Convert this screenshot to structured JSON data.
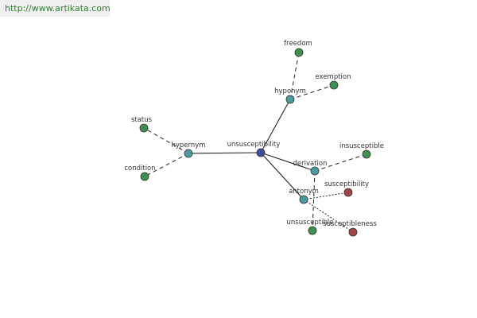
{
  "banner": {
    "url": "http://www.artikata.com"
  },
  "graph": {
    "colors": {
      "center": "#3f4d9a",
      "relation": "#4a9aa0",
      "word": "#3f8f4f",
      "antonym_word": "#a34545",
      "edge": "#222222",
      "node_stroke": "#333333"
    },
    "nodes": [
      {
        "id": "unsusceptibility",
        "label": "unsusceptibility",
        "kind": "center"
      },
      {
        "id": "hypernym",
        "label": "hypernym",
        "kind": "relation"
      },
      {
        "id": "hyponym",
        "label": "hyponym",
        "kind": "relation"
      },
      {
        "id": "derivation",
        "label": "derivation",
        "kind": "relation"
      },
      {
        "id": "antonym",
        "label": "antonym",
        "kind": "relation"
      },
      {
        "id": "status",
        "label": "status",
        "kind": "word"
      },
      {
        "id": "condition",
        "label": "condition",
        "kind": "word"
      },
      {
        "id": "freedom",
        "label": "freedom",
        "kind": "word"
      },
      {
        "id": "exemption",
        "label": "exemption",
        "kind": "word"
      },
      {
        "id": "insusceptible",
        "label": "insusceptible",
        "kind": "word"
      },
      {
        "id": "unsusceptible",
        "label": "unsusceptible",
        "kind": "word"
      },
      {
        "id": "susceptibility",
        "label": "susceptibility",
        "kind": "antonym_word"
      },
      {
        "id": "susceptibleness",
        "label": "susceptibleness",
        "kind": "antonym_word"
      }
    ],
    "edges": [
      {
        "from": "unsusceptibility",
        "to": "hypernym",
        "style": "solid"
      },
      {
        "from": "unsusceptibility",
        "to": "hyponym",
        "style": "solid"
      },
      {
        "from": "unsusceptibility",
        "to": "derivation",
        "style": "solid"
      },
      {
        "from": "unsusceptibility",
        "to": "antonym",
        "style": "solid"
      },
      {
        "from": "hypernym",
        "to": "status",
        "style": "dashed"
      },
      {
        "from": "hypernym",
        "to": "condition",
        "style": "dashed"
      },
      {
        "from": "hyponym",
        "to": "freedom",
        "style": "dashed"
      },
      {
        "from": "hyponym",
        "to": "exemption",
        "style": "dashed"
      },
      {
        "from": "derivation",
        "to": "insusceptible",
        "style": "dashed"
      },
      {
        "from": "derivation",
        "to": "unsusceptible",
        "style": "dashed"
      },
      {
        "from": "antonym",
        "to": "susceptibility",
        "style": "dotted"
      },
      {
        "from": "antonym",
        "to": "susceptibleness",
        "style": "dotted"
      }
    ]
  }
}
